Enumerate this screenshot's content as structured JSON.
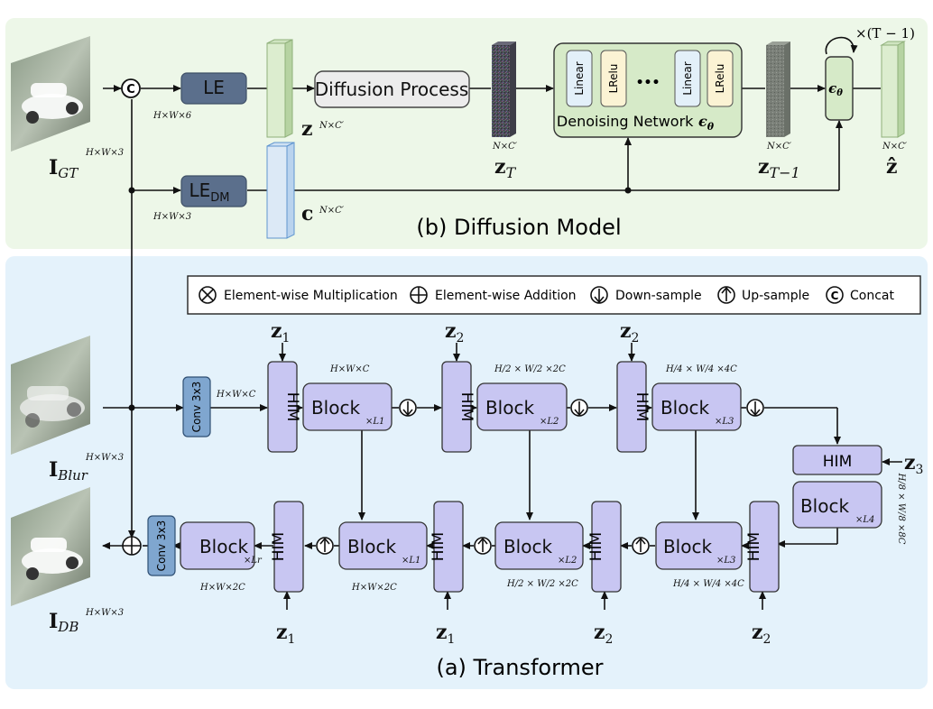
{
  "titles": {
    "diffusion": "(b) Diffusion Model",
    "transformer": "(a) Transformer"
  },
  "legend": {
    "multiply": "Element-wise  Multiplication",
    "add": "Element-wise Addition",
    "down": "Down-sample",
    "up": "Up-sample",
    "concat": "Concat"
  },
  "diffusion": {
    "le": "LE",
    "le_dm": "LE",
    "le_dm_sub": "DM",
    "process": "Diffusion Process",
    "linear": "Linear",
    "lrelu": "LRelu",
    "ellipsis": "•••",
    "denoise": "Denoising Network",
    "repeat": "×(T − 1)",
    "dim_gt_in": "H×W×6",
    "dim_blur_in": "H×W×3",
    "z": "z",
    "z_dim": "N×C′",
    "c": "c",
    "c_dim": "N×C′",
    "zT": "z",
    "zT_sub": "T",
    "zT_dim": "N×C′",
    "zT1": "z",
    "zT1_sub": "T−1",
    "zT1_dim": "N×C′",
    "zhat": "ẑ",
    "zhat_dim": "N×C′"
  },
  "images": {
    "gt": "I",
    "gt_sub": "GT",
    "gt_dim": "H×W×3",
    "blur": "I",
    "blur_sub": "Blur",
    "blur_dim": "H×W×3",
    "db": "I",
    "db_sub": "DB",
    "db_dim": "H×W×3"
  },
  "transformer": {
    "conv": "Conv 3x3",
    "conv_dim": "H×W×C",
    "him": "HIM",
    "block": "Block",
    "e_dim1": "H×W×C",
    "e_dim2": "H/2 × W/2 ×2C",
    "e_dim3": "H/4 × W/4 ×4C",
    "latent_dim": "H/8 × W/8 ×8C",
    "d_dim1": "H×W×2C",
    "d_dim2": "H/2 × W/2 ×2C",
    "d_dim3": "H/4 × W/4 ×4C",
    "refine_dim": "H×W×2C",
    "z1": "z",
    "z1_sub": "1",
    "z2": "z",
    "z2_sub": "2",
    "z3": "z",
    "z3_sub": "3",
    "L1": "L1",
    "L2": "L2",
    "L3": "L3",
    "L4": "L4",
    "Lr": "Lr"
  }
}
